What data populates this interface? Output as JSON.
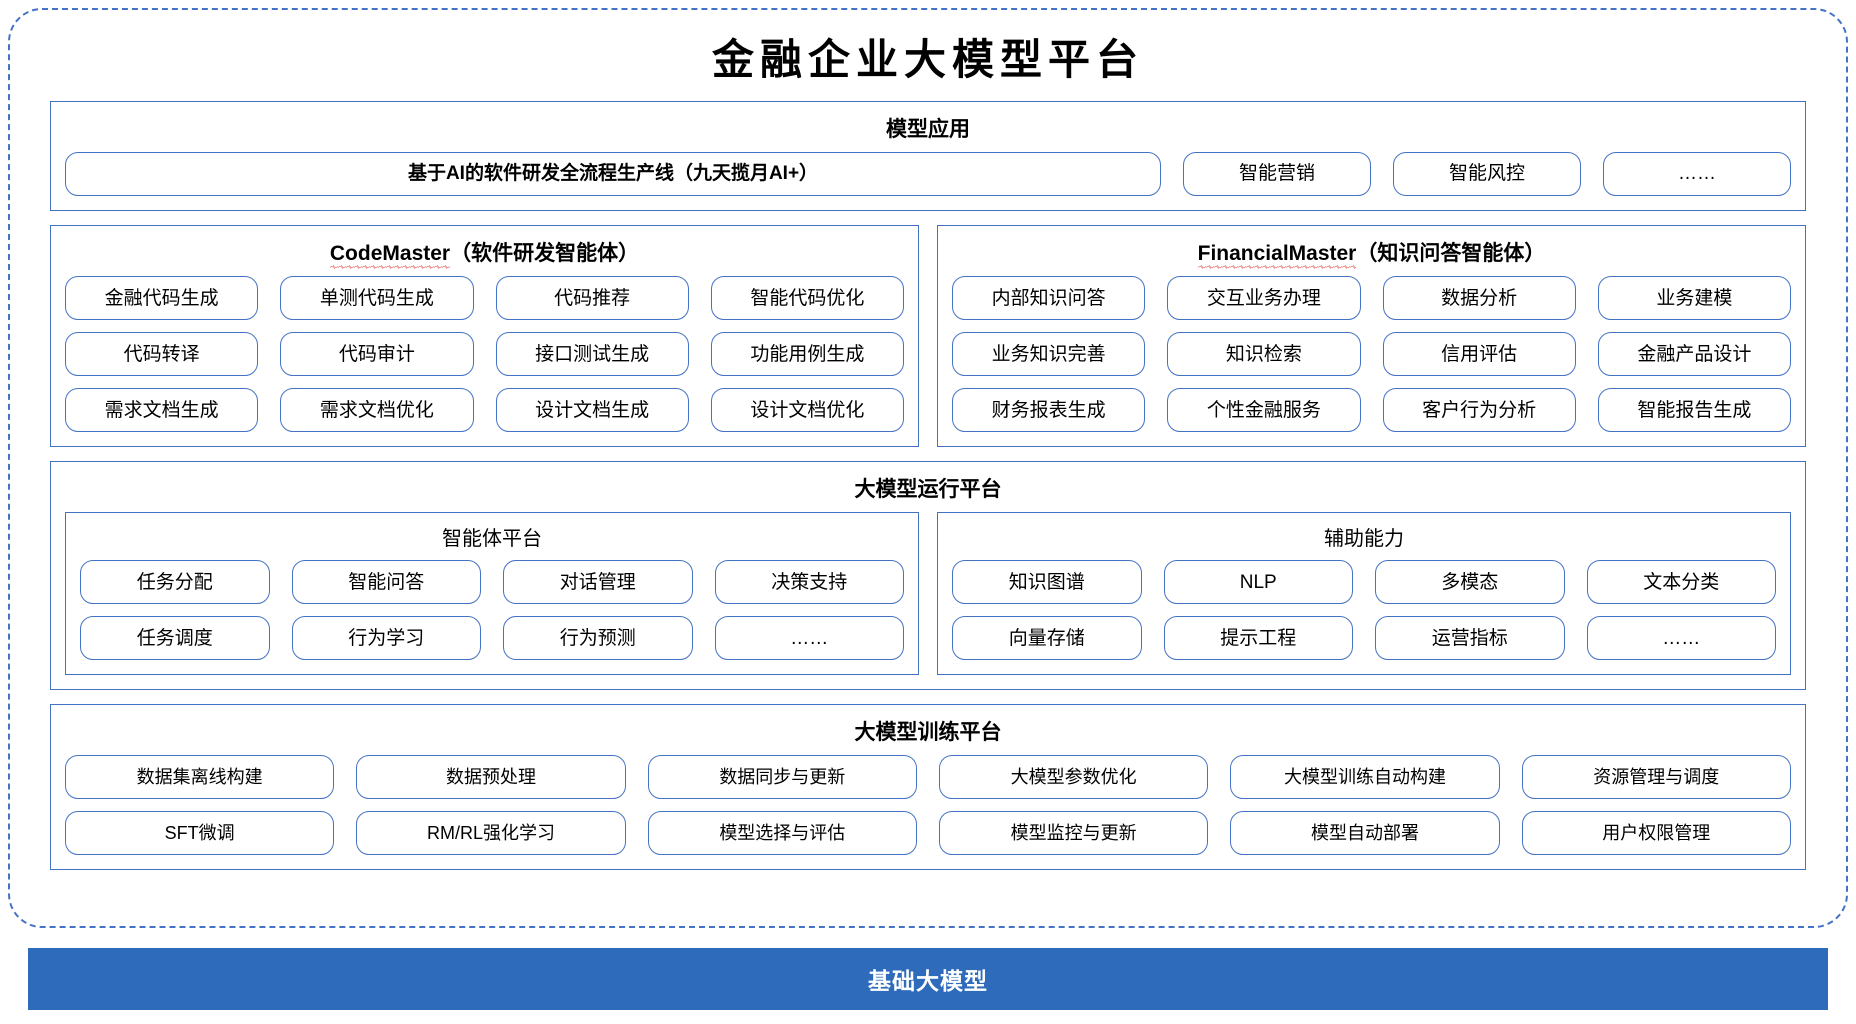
{
  "title": "金融企业大模型平台",
  "colors": {
    "frame_border": "#4472C4",
    "box_border": "#4472C4",
    "base_bar": "#2E6CBB",
    "base_bar_text": "#FFFFFF",
    "spellcheck_underline": "#E03A2F"
  },
  "model_application": {
    "title": "模型应用",
    "flagship": "基于AI的软件研发全流程生产线（九天揽月AI+）",
    "items": [
      "智能营销",
      "智能风控",
      "……"
    ]
  },
  "agents": [
    {
      "name_latin": "CodeMaster",
      "name_cn": "（软件研发智能体）",
      "rows": [
        [
          "金融代码生成",
          "单测代码生成",
          "代码推荐",
          "智能代码优化"
        ],
        [
          "代码转译",
          "代码审计",
          "接口测试生成",
          "功能用例生成"
        ],
        [
          "需求文档生成",
          "需求文档优化",
          "设计文档生成",
          "设计文档优化"
        ]
      ]
    },
    {
      "name_latin": "FinancialMaster",
      "name_cn": "（知识问答智能体）",
      "rows": [
        [
          "内部知识问答",
          "交互业务办理",
          "数据分析",
          "业务建模"
        ],
        [
          "业务知识完善",
          "知识检索",
          "信用评估",
          "金融产品设计"
        ],
        [
          "财务报表生成",
          "个性金融服务",
          "客户行为分析",
          "智能报告生成"
        ]
      ]
    }
  ],
  "runtime_platform": {
    "title": "大模型运行平台",
    "columns": [
      {
        "title": "智能体平台",
        "rows": [
          [
            "任务分配",
            "智能问答",
            "对话管理",
            "决策支持"
          ],
          [
            "任务调度",
            "行为学习",
            "行为预测",
            "……"
          ]
        ]
      },
      {
        "title": "辅助能力",
        "rows": [
          [
            "知识图谱",
            "NLP",
            "多模态",
            "文本分类"
          ],
          [
            "向量存储",
            "提示工程",
            "运营指标",
            "……"
          ]
        ]
      }
    ]
  },
  "training_platform": {
    "title": "大模型训练平台",
    "rows": [
      [
        "数据集离线构建",
        "数据预处理",
        "数据同步与更新",
        "大模型参数优化",
        "大模型训练自动构建",
        "资源管理与调度"
      ],
      [
        "SFT微调",
        "RM/RL强化学习",
        "模型选择与评估",
        "模型监控与更新",
        "模型自动部署",
        "用户权限管理"
      ]
    ]
  },
  "base_bar": {
    "label": "基础大模型"
  }
}
